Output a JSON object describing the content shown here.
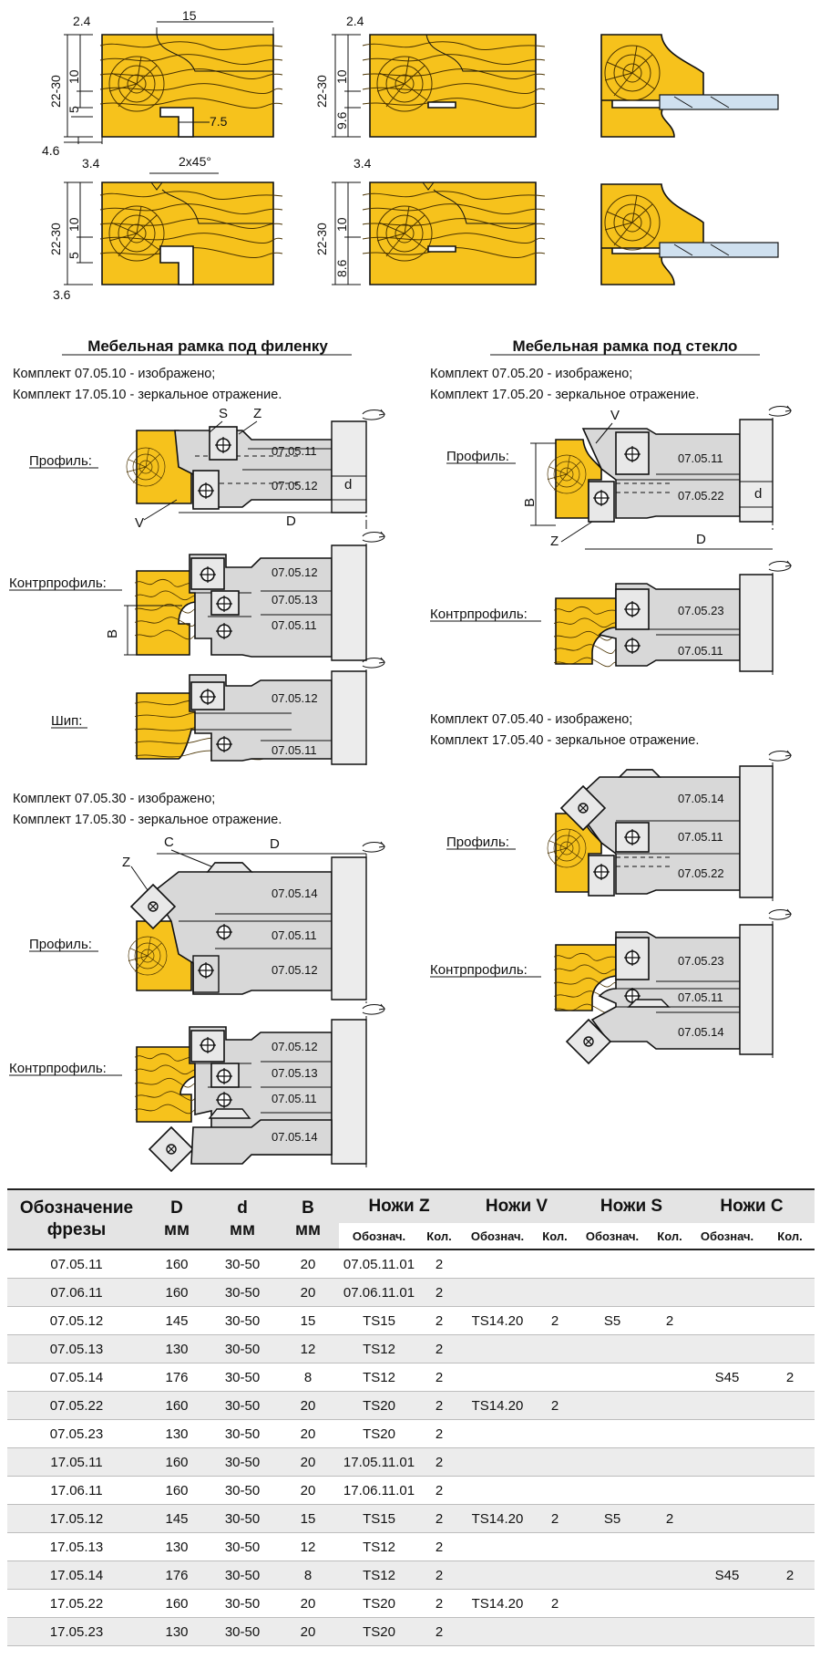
{
  "top_diagrams": {
    "d1": {
      "dim_top": "15",
      "dim_a": "2.4",
      "dim_total": "22-30",
      "dim_10": "10",
      "dim_5": "5",
      "dim_groove": "7.5",
      "dim_bottom": "4.6"
    },
    "d2": {
      "dim_a": "2.4",
      "dim_total": "22-30",
      "dim_10": "10",
      "dim_b": "9.6"
    },
    "d3": {
      "dim_a": "3.4",
      "dim_chamfer": "2x45°",
      "dim_total": "22-30",
      "dim_10": "10",
      "dim_5": "5",
      "dim_bottom": "3.6"
    },
    "d4": {
      "dim_a": "3.4",
      "dim_total": "22-30",
      "dim_10": "10",
      "dim_b": "8.6"
    }
  },
  "left": {
    "heading": "Мебельная рамка под филенку",
    "kit1": "Комплект  07.05.10 - изображено;",
    "kit2": "Комплект  17.05.10 - зеркальное отражение.",
    "profile": {
      "label": "Профиль:",
      "code_top": "07.05.11",
      "code_bot": "07.05.12",
      "S": "S",
      "Z": "Z",
      "V": "V",
      "d": "d",
      "D": "D"
    },
    "counter": {
      "label": "Контрпрофиль:",
      "c1": "07.05.12",
      "c2": "07.05.13",
      "c3": "07.05.11",
      "B": "B"
    },
    "tenon": {
      "label": "Шип:",
      "c1": "07.05.12",
      "c2": "07.05.11"
    },
    "kit3": "Комплект  07.05.30 - изображено;",
    "kit4": "Комплект  17.05.30 - зеркальное отражение.",
    "profile2": {
      "label": "Профиль:",
      "c1": "07.05.14",
      "c2": "07.05.11",
      "c3": "07.05.12",
      "Z": "Z",
      "C": "C",
      "D": "D"
    },
    "counter2": {
      "label": "Контрпрофиль:",
      "c1": "07.05.12",
      "c2": "07.05.13",
      "c3": "07.05.11",
      "c4": "07.05.14"
    }
  },
  "right": {
    "heading": "Мебельная рамка под стекло",
    "kit1": "Комплект  07.05.20 - изображено;",
    "kit2": "Комплект  17.05.20 - зеркальное отражение.",
    "profile": {
      "label": "Профиль:",
      "c1": "07.05.11",
      "c2": "07.05.22",
      "V": "V",
      "B": "B",
      "Z": "Z",
      "d": "d",
      "D": "D"
    },
    "counter": {
      "label": "Контрпрофиль:",
      "c1": "07.05.23",
      "c2": "07.05.11"
    },
    "kit3": "Комплект  07.05.40 - изображено;",
    "kit4": "Комплект  17.05.40 - зеркальное отражение.",
    "profile2": {
      "label": "Профиль:",
      "c1": "07.05.14",
      "c2": "07.05.11",
      "c3": "07.05.22"
    },
    "counter2": {
      "label": "Контрпрофиль:",
      "c1": "07.05.23",
      "c2": "07.05.11",
      "c3": "07.05.14"
    }
  },
  "colors": {
    "wood": "#f6c21c",
    "tool": "#d8d8d8",
    "row_alt": "#ececec"
  },
  "table": {
    "head1": [
      "Обозначение фрезы",
      "D мм",
      "d мм",
      "B мм",
      "Ножи Z",
      "Ножи V",
      "Ножи S",
      "Ножи C"
    ],
    "head2": [
      "Обознач.",
      "Кол.",
      "Обознач.",
      "Кол.",
      "Обознач.",
      "Кол.",
      "Обознач.",
      "Кол."
    ],
    "rows": [
      [
        "07.05.11",
        "160",
        "30-50",
        "20",
        "07.05.11.01",
        "2",
        "",
        "",
        "",
        "",
        "",
        ""
      ],
      [
        "07.06.11",
        "160",
        "30-50",
        "20",
        "07.06.11.01",
        "2",
        "",
        "",
        "",
        "",
        "",
        ""
      ],
      [
        "07.05.12",
        "145",
        "30-50",
        "15",
        "TS15",
        "2",
        "TS14.20",
        "2",
        "S5",
        "2",
        "",
        ""
      ],
      [
        "07.05.13",
        "130",
        "30-50",
        "12",
        "TS12",
        "2",
        "",
        "",
        "",
        "",
        "",
        ""
      ],
      [
        "07.05.14",
        "176",
        "30-50",
        "8",
        "TS12",
        "2",
        "",
        "",
        "",
        "",
        "S45",
        "2"
      ],
      [
        "07.05.22",
        "160",
        "30-50",
        "20",
        "TS20",
        "2",
        "TS14.20",
        "2",
        "",
        "",
        "",
        ""
      ],
      [
        "07.05.23",
        "130",
        "30-50",
        "20",
        "TS20",
        "2",
        "",
        "",
        "",
        "",
        "",
        ""
      ],
      [
        "17.05.11",
        "160",
        "30-50",
        "20",
        "17.05.11.01",
        "2",
        "",
        "",
        "",
        "",
        "",
        ""
      ],
      [
        "17.06.11",
        "160",
        "30-50",
        "20",
        "17.06.11.01",
        "2",
        "",
        "",
        "",
        "",
        "",
        ""
      ],
      [
        "17.05.12",
        "145",
        "30-50",
        "15",
        "TS15",
        "2",
        "TS14.20",
        "2",
        "S5",
        "2",
        "",
        ""
      ],
      [
        "17.05.13",
        "130",
        "30-50",
        "12",
        "TS12",
        "2",
        "",
        "",
        "",
        "",
        "",
        ""
      ],
      [
        "17.05.14",
        "176",
        "30-50",
        "8",
        "TS12",
        "2",
        "",
        "",
        "",
        "",
        "S45",
        "2"
      ],
      [
        "17.05.22",
        "160",
        "30-50",
        "20",
        "TS20",
        "2",
        "TS14.20",
        "2",
        "",
        "",
        "",
        ""
      ],
      [
        "17.05.23",
        "130",
        "30-50",
        "20",
        "TS20",
        "2",
        "",
        "",
        "",
        "",
        "",
        ""
      ]
    ]
  }
}
